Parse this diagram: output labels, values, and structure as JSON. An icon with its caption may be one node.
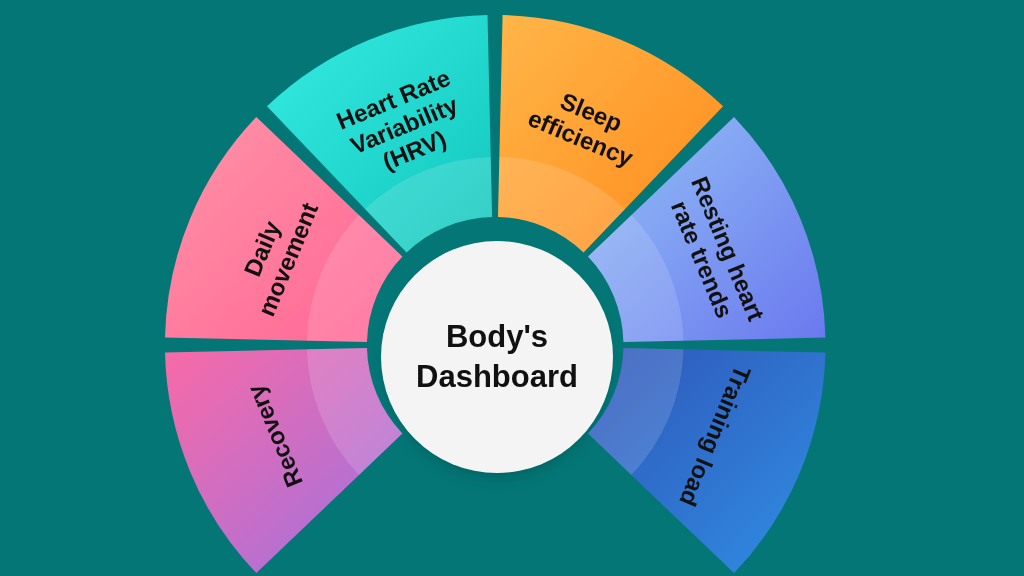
{
  "diagram": {
    "nodes": [
      {
        "text": [
          "Heart Rate Variability (HRV)"
        ]
      },
      {
        "text": [
          "Sleep efficiency"
        ]
      },
      {
        "text": [
          "Daily movement"
        ]
      },
      {
        "text": [
          "Resting heart rate trends"
        ]
      },
      {
        "text": [
          "Body's Dashboard"
        ]
      },
      {
        "text": [
          "Recovery"
        ]
      },
      {
        "text": [
          "Training load"
        ]
      }
    ],
    "edges": []
  }
}
